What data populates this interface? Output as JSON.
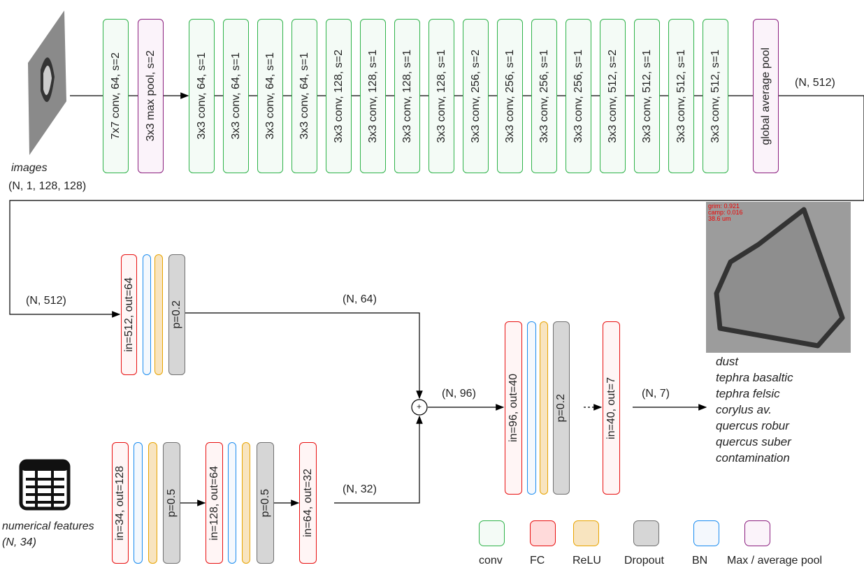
{
  "input_image": {
    "label": "images",
    "shape": "(N, 1, 128, 128)"
  },
  "cnn": {
    "layers": [
      "7x7 conv, 64, s=2",
      "3x3 max pool, s=2",
      "3x3 conv, 64, s=1",
      "3x3 conv, 64, s=1",
      "3x3 conv, 64, s=1",
      "3x3 conv, 64, s=1",
      "3x3 conv, 128, s=2",
      "3x3 conv, 128, s=1",
      "3x3 conv, 128, s=1",
      "3x3 conv, 128, s=1",
      "3x3 conv, 256, s=2",
      "3x3 conv, 256, s=1",
      "3x3 conv, 256, s=1",
      "3x3 conv, 256, s=1",
      "3x3 conv, 512, s=2",
      "3x3 conv, 512, s=1",
      "3x3 conv, 512, s=1",
      "3x3 conv, 512, s=1",
      "global average pool"
    ],
    "out_shape": "(N, 512)"
  },
  "image_branch": {
    "in_shape": "(N, 512)",
    "fc": "in=512, out=64",
    "dropout": "p=0.2",
    "out_shape": "(N, 64)"
  },
  "numeric_branch": {
    "label": "numerical features (N, 34)",
    "fc1": "in=34, out=128",
    "drop1": "p=0.5",
    "fc2": "in=128, out=64",
    "drop2": "p=0.5",
    "fc3": "in=64, out=32",
    "out_shape": "(N, 32)"
  },
  "head": {
    "concat_symbol": "+",
    "in_shape": "(N, 96)",
    "fc1": "in=96, out=40",
    "dropout": "p=0.2",
    "fc2": "in=40, out=7",
    "out_shape": "(N, 7)"
  },
  "sample_overlay": [
    "grim: 0.921",
    "camp: 0.016",
    "38.6 um"
  ],
  "classes": [
    "dust",
    "tephra basaltic",
    "tephra felsic",
    "corylus av.",
    "quercus robur",
    "quercus suber",
    "contamination"
  ],
  "legend": [
    {
      "label": "conv",
      "fill": "#f4fbf6",
      "stroke": "#2fb34a"
    },
    {
      "label": "FC",
      "fill": "#ffdada",
      "stroke": "#e81010"
    },
    {
      "label": "ReLU",
      "fill": "#f8e4bf",
      "stroke": "#e8a400"
    },
    {
      "label": "Dropout",
      "fill": "#d6d6d6",
      "stroke": "#707070"
    },
    {
      "label": "BN",
      "fill": "#f4f8fd",
      "stroke": "#1a8cf0"
    },
    {
      "label": "Max / average pool",
      "fill": "#fbf3fa",
      "stroke": "#8b1f7f"
    }
  ]
}
